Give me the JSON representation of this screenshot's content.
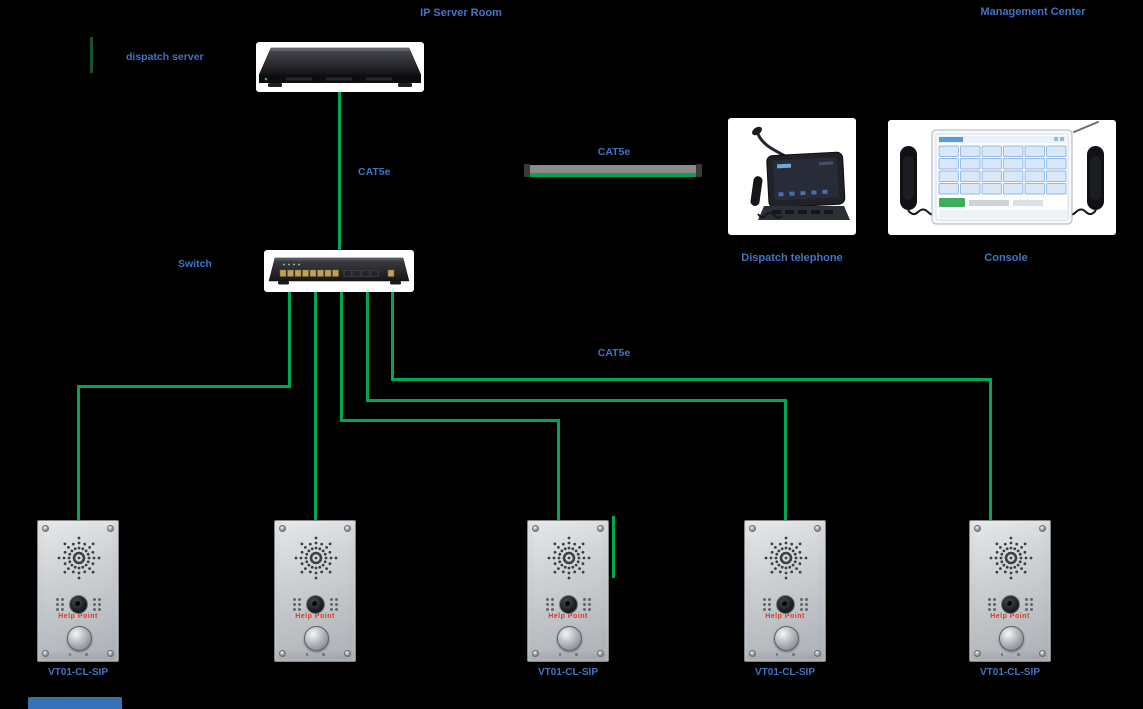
{
  "labels": {
    "ip_server_room": "IP Server Room",
    "management_center": "Management Center",
    "dispatch_server": "dispatch server",
    "switch": "Switch",
    "dispatch_telephone": "Dispatch telephone",
    "console": "Console",
    "help_point": "Help Point"
  },
  "cable_labels": [
    "CAT5e",
    "CAT5e",
    "CAT5e"
  ],
  "panels": [
    {
      "label": "VT01-CL-SIP"
    },
    {
      "label": ""
    },
    {
      "label": "VT01-CL-SIP"
    },
    {
      "label": "VT01-CL-SIP"
    },
    {
      "label": "VT01-CL-SIP"
    }
  ],
  "devices": {
    "server": "rack-server",
    "switch": "network-switch",
    "dispatch_telephone": "gooseneck-mic-touchscreen-phone",
    "console": "dual-handset-console",
    "terminals": "help-point-intercom-panel"
  },
  "colors": {
    "accent_blue": "#4472c4",
    "line_green": "#00a651",
    "cable_gray": "#8b8b8b",
    "help_red": "#d93a2b",
    "banner_blue": "#3672b5"
  }
}
